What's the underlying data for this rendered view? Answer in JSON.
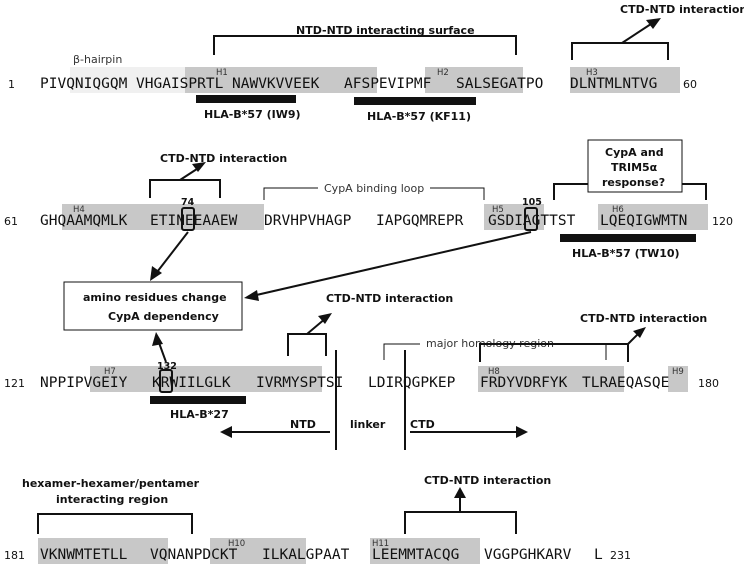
{
  "rows": [
    {
      "start": "1",
      "segments": [
        "PIVQNIQGQM",
        "VHGAISPRTL",
        "NAWVKVVEEK",
        "AFSPEVIPMF",
        "SALSEGATPO",
        "DLNTMLNTVG"
      ],
      "end": "60"
    },
    {
      "start": "61",
      "segments": [
        "GHQAAMQMLK",
        "ETINEEAAEW",
        "DRVHPVHAGP",
        "IAPGQMREPR",
        "GSDIAGTTST",
        "LQEQIGWMTN"
      ],
      "end": "120"
    },
    {
      "start": "121",
      "segments": [
        "NPPIPVGEIY",
        "KRWIILGLK",
        "IVRMYSPTSI",
        "LDIRQGPKEP",
        "FRDYVDRFYK",
        "TLRAEQASQE"
      ],
      "end": "180"
    },
    {
      "start": "181",
      "segments": [
        "VKNWMTETLL",
        "VQNANPDCKT",
        "ILKALGPAAT",
        "LEEMMTACQG",
        "VGGPGHKARV",
        "L"
      ],
      "end": "231"
    }
  ],
  "helices": [
    "H1",
    "H2",
    "H3",
    "H4",
    "H5",
    "H6",
    "H7",
    "H8",
    "H9",
    "H10",
    "H11"
  ],
  "residue_numbers": [
    "74",
    "105",
    "132"
  ],
  "labels": {
    "beta_hairpin": "β-hairpin",
    "ntd_surface": "NTD-NTD interacting surface",
    "ctd_ntd": "CTD-NTD interaction",
    "cypa_loop": "CypA binding loop",
    "cypa_trim_1": "CypA and",
    "cypa_trim_2": "TRIM5α",
    "cypa_trim_3": "response?",
    "amino_1": "amino residues change",
    "amino_2": "CypA dependency",
    "major_homology": "major homology region",
    "hexamer_1": "hexamer-hexamer/pentamer",
    "hexamer_2": "interacting region",
    "hla_iw9": "HLA-B*57 (IW9)",
    "hla_kf11": "HLA-B*57 (KF11)",
    "hla_tw10": "HLA-B*57 (TW10)",
    "hla_b27": "HLA-B*27",
    "ntd": "NTD",
    "linker": "linker",
    "ctd": "CTD"
  }
}
